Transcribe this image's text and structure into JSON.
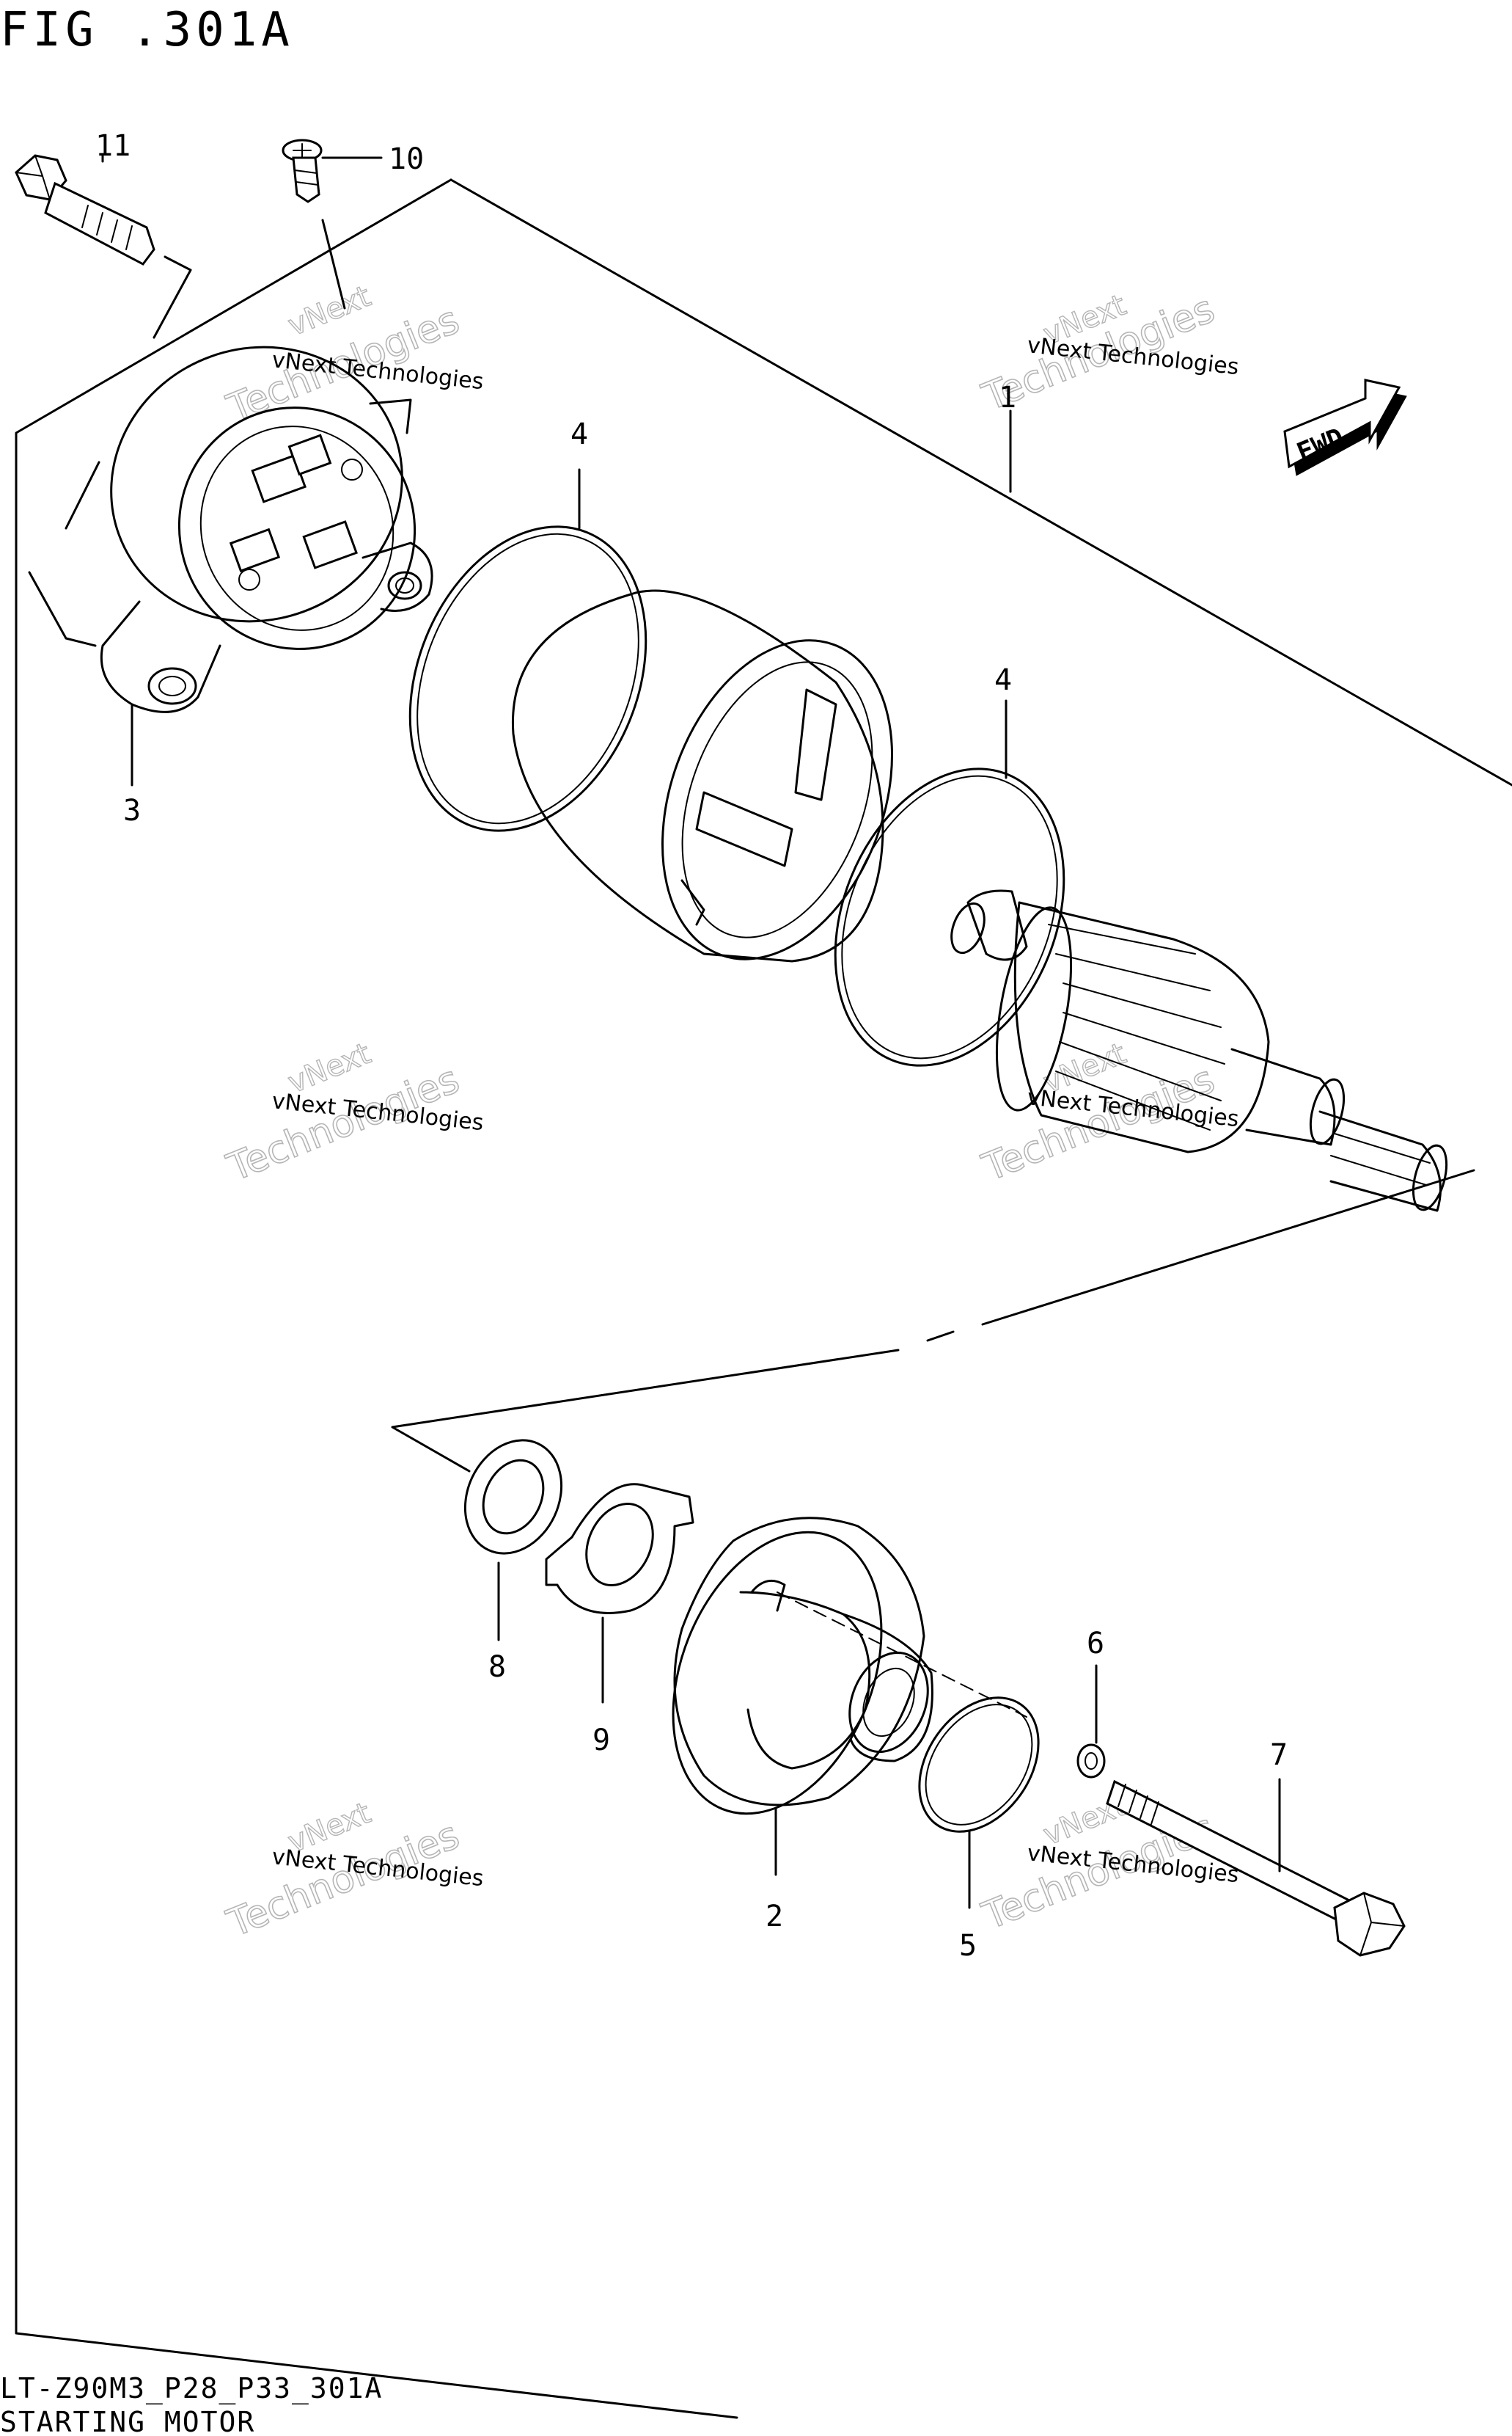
{
  "figure": {
    "title": "FIG .301A",
    "model_code": "LT-Z90M3_P28_P33_301A",
    "caption": "STARTING MOTOR",
    "fwd_label": "FWD"
  },
  "callouts": {
    "c1": "1",
    "c2": "2",
    "c3": "3",
    "c4a": "4",
    "c4b": "4",
    "c5": "5",
    "c6": "6",
    "c7": "7",
    "c8": "8",
    "c9": "9",
    "c10": "10",
    "c11": "11"
  },
  "watermark": {
    "line1": "vNext Technologies",
    "line2": "Technologies",
    "line3": "vNext"
  }
}
